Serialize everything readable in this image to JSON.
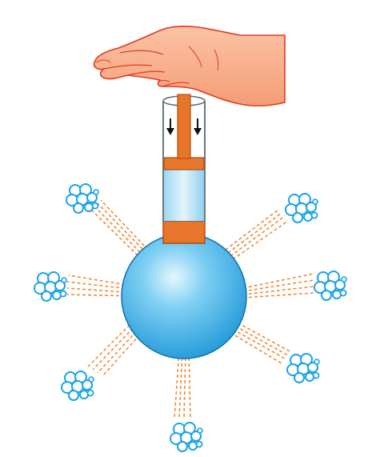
{
  "diagram": {
    "colors": {
      "skin": "#f9b08c",
      "skin_outline": "#e23a22",
      "piston": "#e8762a",
      "piston_outline": "#b24d10",
      "tube_outline": "#5a6b78",
      "water_top": "#cfeaf6",
      "water_mid": "#6cc6ee",
      "water_dark": "#1f97d8",
      "spray": "#f08a3c",
      "droplet": "#1aa3e6",
      "arrow": "#111111"
    },
    "icons": [
      "hand-icon",
      "down-arrow-icon",
      "water-droplet-cluster-icon"
    ],
    "jets": [
      "upper-left",
      "left",
      "lower-left",
      "bottom",
      "lower-right",
      "right",
      "upper-right"
    ]
  }
}
